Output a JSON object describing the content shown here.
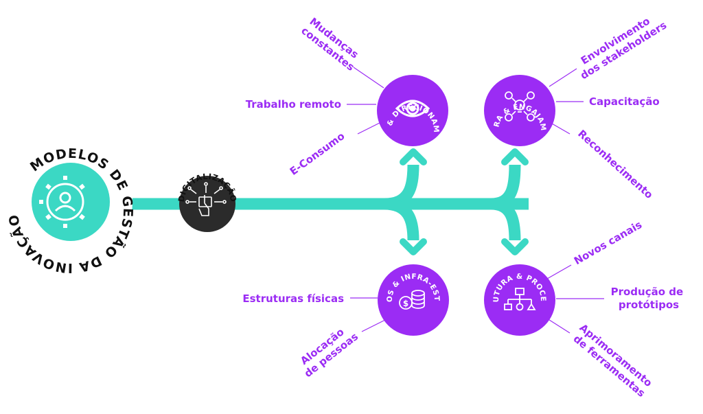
{
  "title": "MODELOS DE GESTÃO DA INOVAÇÃO",
  "center_label": "DIGITALIZAÇÃO",
  "icons": {
    "hub": "gear-person-icon",
    "center": "digital-hand-icon",
    "visao": "eye-icon",
    "cultura": "lightbulb-people-icon",
    "recursos": "coins-icon",
    "estrutura": "org-chart-icon"
  },
  "colors": {
    "purple": "#9b2cf4",
    "teal": "#3bd8c4",
    "dark": "#2b2b2b",
    "text_purple": "#9b2cf4"
  },
  "nodes": {
    "visao": {
      "label": "VISÃO & DIRECIONAMENTO",
      "leaves": [
        "Mudanças constantes",
        "Trabalho remoto",
        "E-Consumo"
      ]
    },
    "cultura": {
      "label": "CULTURA & ENGAJAMENTO",
      "leaves": [
        "Envolvimento dos stakeholders",
        "Capacitação",
        "Reconhecimento"
      ]
    },
    "recursos": {
      "label": "RECURSOS & INFRA-ESTRUTURA",
      "leaves": [
        "Estruturas físicas",
        "Alocação de pessoas"
      ]
    },
    "estrutura": {
      "label": "ESTRUTURA & PROCESSOS",
      "leaves": [
        "Novos canais",
        "Produção de protótipos",
        "Aprimoramento de ferramentas"
      ]
    }
  },
  "leaf_lines": {
    "mudancas": [
      "Mudanças",
      "constantes"
    ],
    "envolvimento": [
      "Envolvimento",
      "dos stakeholders"
    ],
    "producao": [
      "Produção de",
      "protótipos"
    ],
    "alocacao": [
      "Alocação",
      "de pessoas"
    ],
    "aprimoramento": [
      "Aprimoramento",
      "de ferramentas"
    ]
  }
}
